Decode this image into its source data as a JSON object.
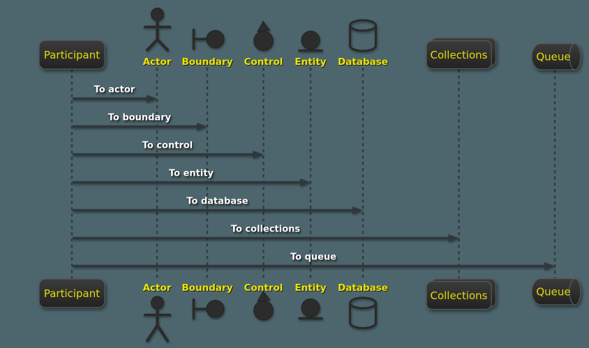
{
  "diagram": {
    "type": "uml-sequence-diagram",
    "theme": {
      "background": "#4D666D",
      "shape_fill": "#2B2B2B",
      "shape_border": "#5A5A5A",
      "participant_label_color": "#E3DC06",
      "type_label_color": "#EDE400",
      "message_label_color": "#FFFFFF",
      "arrow_color": "#2F373B"
    },
    "participants": [
      {
        "name": "Participant",
        "kind": "participant"
      },
      {
        "name": "Actor",
        "kind": "actor"
      },
      {
        "name": "Boundary",
        "kind": "boundary"
      },
      {
        "name": "Control",
        "kind": "control"
      },
      {
        "name": "Entity",
        "kind": "entity"
      },
      {
        "name": "Database",
        "kind": "database"
      },
      {
        "name": "Collections",
        "kind": "collections"
      },
      {
        "name": "Queue",
        "kind": "queue"
      }
    ],
    "messages": [
      {
        "from": "Participant",
        "to": "Actor",
        "label": "To actor"
      },
      {
        "from": "Participant",
        "to": "Boundary",
        "label": "To boundary"
      },
      {
        "from": "Participant",
        "to": "Control",
        "label": "To control"
      },
      {
        "from": "Participant",
        "to": "Entity",
        "label": "To entity"
      },
      {
        "from": "Participant",
        "to": "Database",
        "label": "To database"
      },
      {
        "from": "Participant",
        "to": "Collections",
        "label": "To collections"
      },
      {
        "from": "Participant",
        "to": "Queue",
        "label": "To queue"
      }
    ]
  }
}
